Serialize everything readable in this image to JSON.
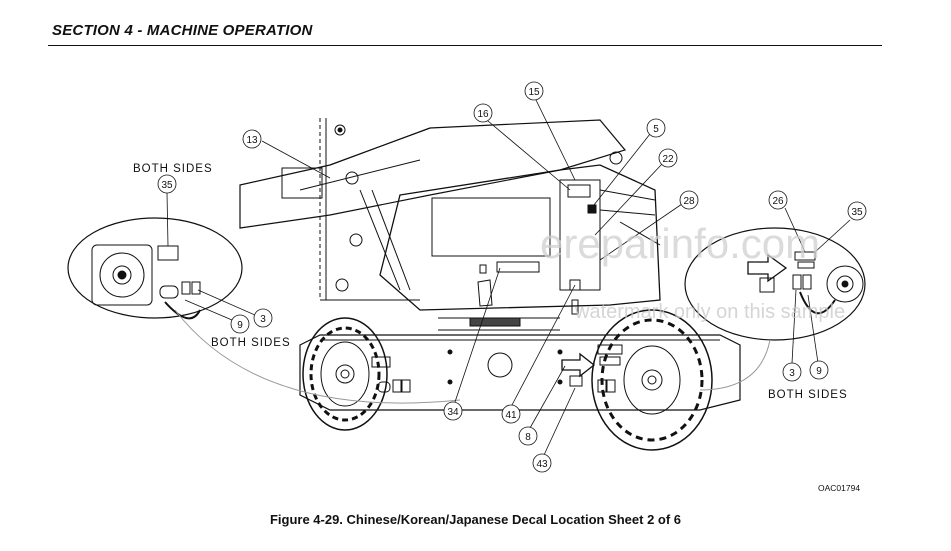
{
  "header": {
    "section_title": "SECTION 4 - MACHINE OPERATION"
  },
  "figure": {
    "caption": "Figure 4-29. Chinese/Korean/Japanese Decal Location Sheet 2 of 6",
    "code": "OAC01794",
    "labels": {
      "both_sides_left_top": "BOTH SIDES",
      "both_sides_left_bottom": "BOTH SIDES",
      "both_sides_right": "BOTH SIDES"
    },
    "callouts": [
      "13",
      "35",
      "3",
      "9",
      "16",
      "15",
      "5",
      "22",
      "28",
      "26",
      "35",
      "3",
      "9",
      "34",
      "41",
      "8",
      "43"
    ]
  },
  "watermark": {
    "site": "ereparinfo.com",
    "note": "watermark only on this sample"
  },
  "colors": {
    "ink": "#111111",
    "watermark": "#cccccc"
  }
}
